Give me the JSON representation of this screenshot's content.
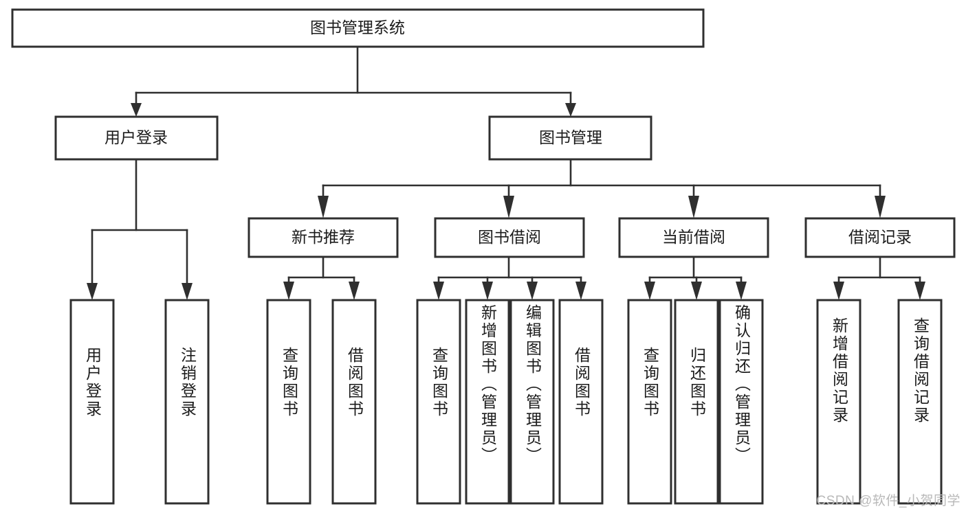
{
  "diagram": {
    "title": "图书管理系统",
    "watermark": "CSDN @软件_小贺同学",
    "root": {
      "id": "root",
      "label": "图书管理系统"
    },
    "level2": [
      {
        "id": "user-login",
        "label": "用户登录"
      },
      {
        "id": "book-management",
        "label": "图书管理"
      }
    ],
    "level3": [
      {
        "id": "new-book-recommend",
        "label": "新书推荐",
        "parent": "book-management"
      },
      {
        "id": "book-borrow",
        "label": "图书借阅",
        "parent": "book-management"
      },
      {
        "id": "current-borrow",
        "label": "当前借阅",
        "parent": "book-management"
      },
      {
        "id": "borrow-record",
        "label": "借阅记录",
        "parent": "book-management"
      }
    ],
    "leaves": [
      {
        "id": "leaf-user-login",
        "label": "用户登录",
        "parent": "user-login"
      },
      {
        "id": "leaf-user-logout",
        "label": "注销登录",
        "parent": "user-login"
      },
      {
        "id": "leaf-query-book-1",
        "label": "查询图书",
        "parent": "new-book-recommend"
      },
      {
        "id": "leaf-borrow-book-1",
        "label": "借阅图书",
        "parent": "new-book-recommend"
      },
      {
        "id": "leaf-query-book-2",
        "label": "查询图书",
        "parent": "book-borrow"
      },
      {
        "id": "leaf-add-book",
        "label": "新增图书（管理员）",
        "parent": "book-borrow"
      },
      {
        "id": "leaf-edit-book",
        "label": "编辑图书（管理员）",
        "parent": "book-borrow"
      },
      {
        "id": "leaf-borrow-book-2",
        "label": "借阅图书",
        "parent": "book-borrow"
      },
      {
        "id": "leaf-query-book-3",
        "label": "查询图书",
        "parent": "current-borrow"
      },
      {
        "id": "leaf-return-book",
        "label": "归还图书",
        "parent": "current-borrow"
      },
      {
        "id": "leaf-confirm-return",
        "label": "确认归还（管理员）",
        "parent": "current-borrow"
      },
      {
        "id": "leaf-add-record",
        "label": "新增借阅记录",
        "parent": "borrow-record"
      },
      {
        "id": "leaf-query-record",
        "label": "查询借阅记录",
        "parent": "borrow-record"
      }
    ],
    "colors": {
      "stroke": "#2f2f2f",
      "fill": "#ffffff",
      "text": "#1b1b1b",
      "watermark": "#b9b9b9"
    }
  }
}
